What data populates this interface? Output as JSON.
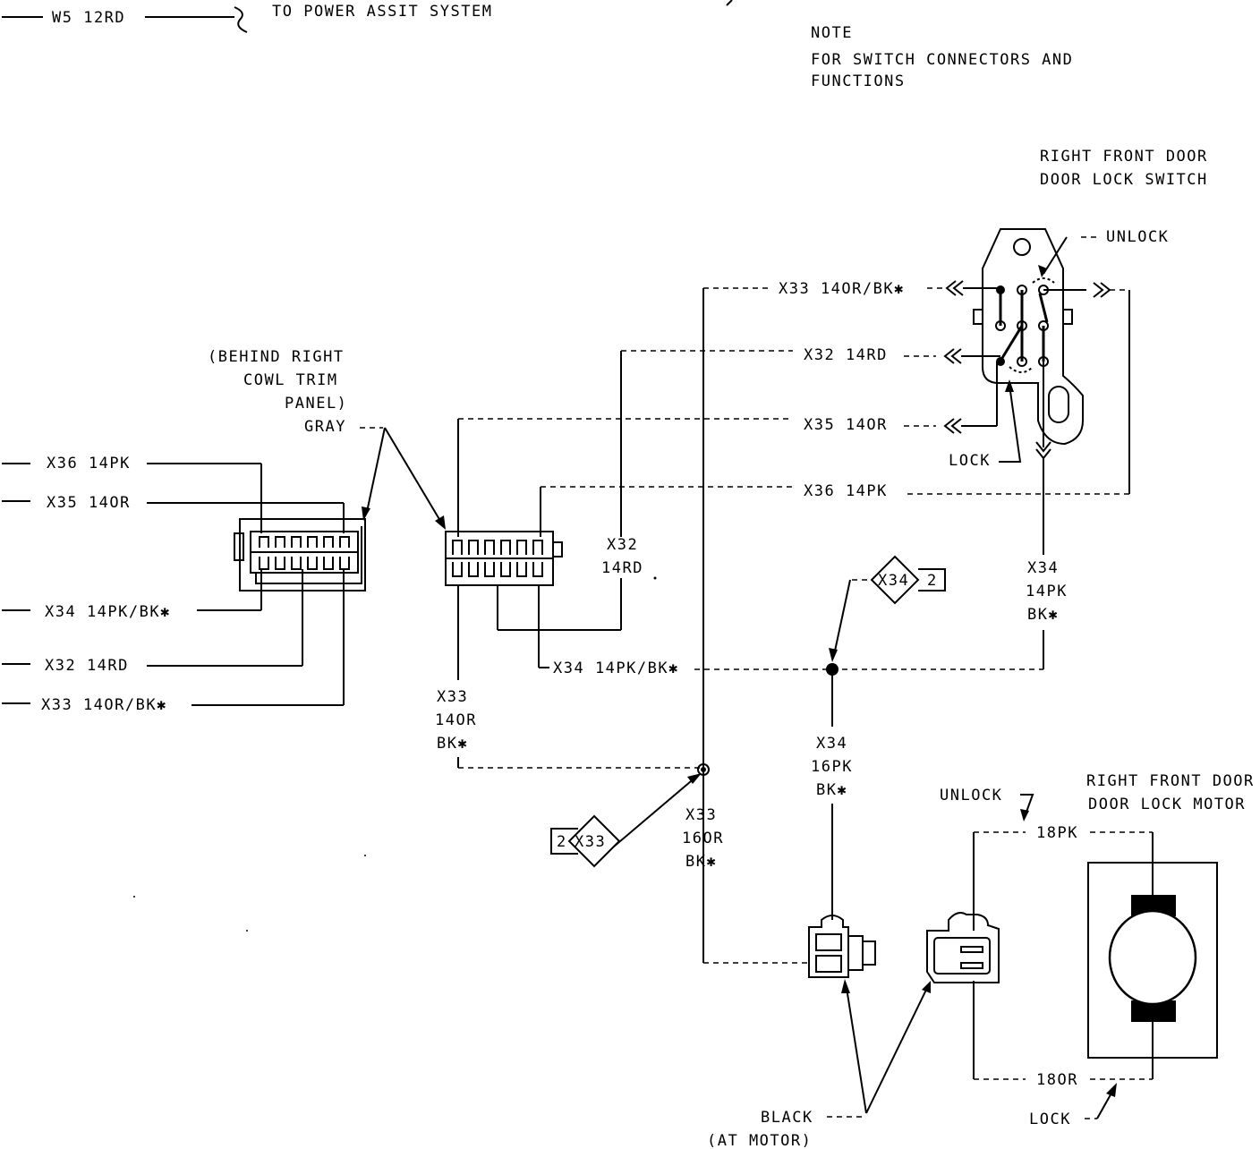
{
  "header": {
    "w5_label": "W5 12RD",
    "power_assist": "TO POWER ASSIT SYSTEM"
  },
  "note": {
    "line1": "NOTE",
    "line2": "FOR SWITCH CONNECTORS AND",
    "line3": "FUNCTIONS"
  },
  "switch": {
    "title1": "RIGHT FRONT DOOR",
    "title2": "DOOR LOCK SWITCH",
    "unlock": "UNLOCK",
    "lock": "LOCK"
  },
  "cowl": {
    "line1": "(BEHIND RIGHT",
    "line2": "COWL TRIM",
    "line3": "PANEL)",
    "line4": "GRAY"
  },
  "left_wires": {
    "x36": "X36 14PK",
    "x35": "X35 14OR",
    "x34": "X34 14PK/BK✱",
    "x32": "X32 14RD",
    "x33": "X33 14OR/BK✱"
  },
  "right_wires": {
    "x33": "X33 14OR/BK✱",
    "x32": "X32 14RD",
    "x35": "X35 14OR",
    "x36": "X36 14PK"
  },
  "mid": {
    "x32_a": "X32",
    "x32_b": "14RD",
    "x33_a": "X33",
    "x33_b": "14OR",
    "x33_c": "BK✱",
    "x34_h": "X34 14PK/BK✱",
    "x33s_a": "X33",
    "x33s_b": "16OR",
    "x33s_c": "BK✱",
    "x34s_a": "X34",
    "x34s_b": "16PK",
    "x34s_c": "BK✱",
    "x34r_a": "X34",
    "x34r_b": "14PK",
    "x34r_c": "BK✱"
  },
  "splices": {
    "x34_tag": "X34",
    "x34_num": "2",
    "x33_tag": "X33",
    "x33_num": "2"
  },
  "motor": {
    "title1": "RIGHT FRONT DOOR",
    "title2": "DOOR LOCK MOTOR",
    "unlock": "UNLOCK",
    "wire_top": "18PK",
    "wire_bot": "18OR",
    "lock": "LOCK",
    "black1": "BLACK",
    "black2": "(AT MOTOR)"
  }
}
